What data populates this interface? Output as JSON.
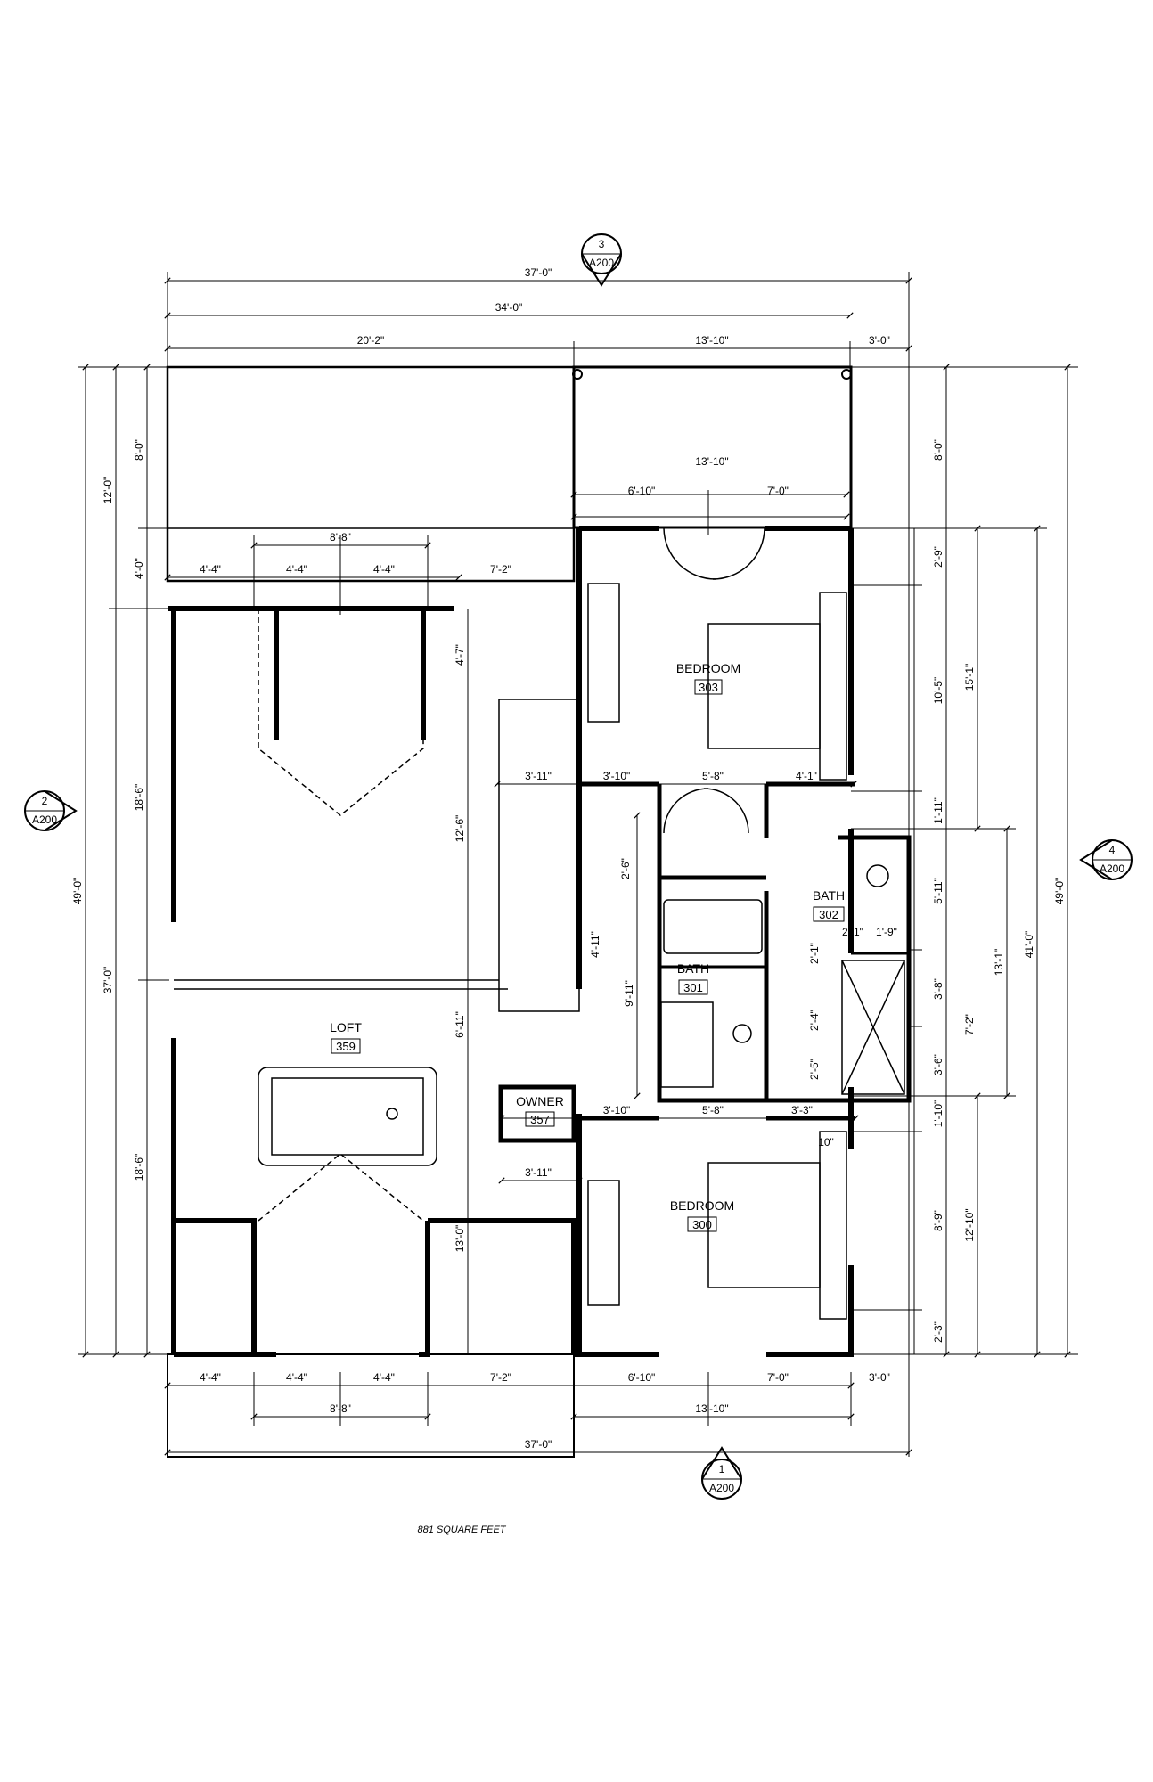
{
  "footer": {
    "area_note": "881 SQUARE FEET"
  },
  "section_markers": [
    {
      "num": "3",
      "sheet": "A200"
    },
    {
      "num": "2",
      "sheet": "A200"
    },
    {
      "num": "4",
      "sheet": "A200"
    },
    {
      "num": "1",
      "sheet": "A200"
    }
  ],
  "rooms": [
    {
      "name": "BEDROOM",
      "number": "303"
    },
    {
      "name": "BATH",
      "number": "302"
    },
    {
      "name": "BATH",
      "number": "301"
    },
    {
      "name": "LOFT",
      "number": "359"
    },
    {
      "name": "OWNER",
      "number": "357"
    },
    {
      "name": "BEDROOM",
      "number": "300"
    }
  ],
  "dims": {
    "top": [
      "37'-0\"",
      "34'-0\"",
      "20'-2\"",
      "13'-10\"",
      "3'-0\"",
      "13'-10\"",
      "6'-10\"",
      "7'-0\""
    ],
    "upper_left": [
      "8'-8\"",
      "4'-4\"",
      "4'-4\"",
      "4'-4\"",
      "7'-2\""
    ],
    "left": [
      "49'-0\"",
      "12'-0\"",
      "37'-0\"",
      "8'-0\"",
      "4'-0\"",
      "18'-6\"",
      "18'-6\""
    ],
    "right": [
      "49'-0\"",
      "8'-0\"",
      "41'-0\"",
      "2'-9\"",
      "10'-5\"",
      "15'-1\"",
      "1'-11\"",
      "5'-11\"",
      "13'-1\"",
      "3'-8\"",
      "7'-2\"",
      "3'-6\"",
      "1'-10\"",
      "8'-9\"",
      "12'-10\"",
      "2'-3\""
    ],
    "interior": [
      "4'-7\"",
      "12'-6\"",
      "6'-11\"",
      "13'-0\"",
      "3'-11\"",
      "3'-10\"",
      "5'-8\"",
      "4'-1\"",
      "2'-6\"",
      "4'-11\"",
      "9'-11\"",
      "2'-1\"",
      "1'-9\"",
      "2'-1\"",
      "2'-4\"",
      "2'-5\"",
      "3'-10\"",
      "5'-8\"",
      "3'-3\"",
      "3'-11\"",
      "10\""
    ],
    "bottom": [
      "4'-4\"",
      "4'-4\"",
      "4'-4\"",
      "7'-2\"",
      "6'-10\"",
      "7'-0\"",
      "3'-0\"",
      "8'-8\"",
      "13'-10\"",
      "37'-0\""
    ]
  }
}
